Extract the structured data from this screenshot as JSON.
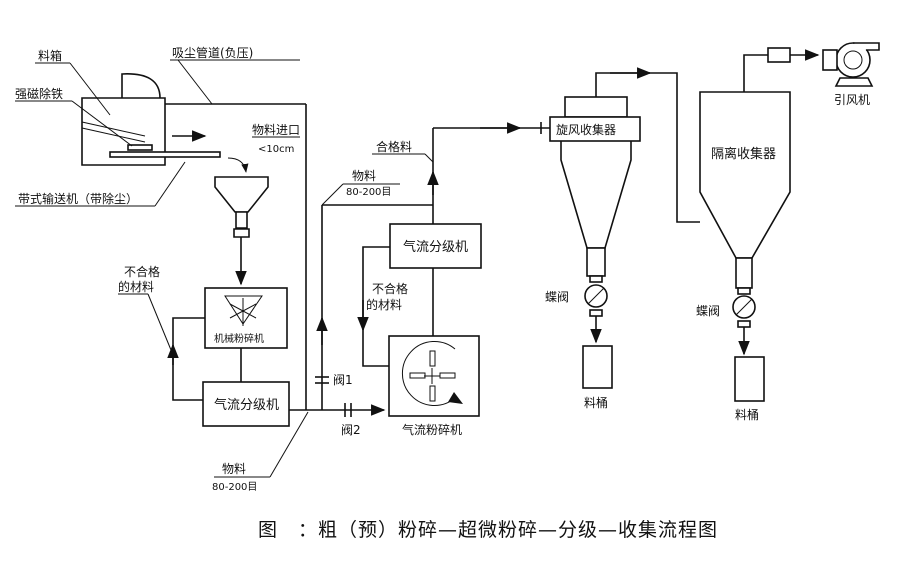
{
  "labels": {
    "material_box": "料箱",
    "magnet": "强磁除铁",
    "dust_pipe": "吸尘管道(负压)",
    "belt_conveyor": "带式输送机（带除尘）",
    "feed_inlet": "物料进口",
    "feed_size": "<10cm",
    "rejects_1_line1": "不合格",
    "rejects_1_line2": "的材料",
    "mech_mill": "机械粉碎机",
    "classifier_1": "气流分级机",
    "material_1": "物料",
    "size_1": "80-200目",
    "valve_1": "阀1",
    "valve_2": "阀2",
    "material_2": "物料",
    "size_2": "80-200目",
    "qualified": "合格料",
    "classifier_2": "气流分级机",
    "rejects_2_line1": "不合格",
    "rejects_2_line2": "的材料",
    "jet_mill": "气流粉碎机",
    "cyclone": "旋风收集器",
    "butterfly_1": "蝶阀",
    "bucket_1": "料桶",
    "bag_collector": "隔离收集器",
    "butterfly_2": "蝶阀",
    "bucket_2": "料桶",
    "fan": "引风机"
  },
  "caption": "图　：粗（预）粉碎—超微粉碎—分级—收集流程图"
}
